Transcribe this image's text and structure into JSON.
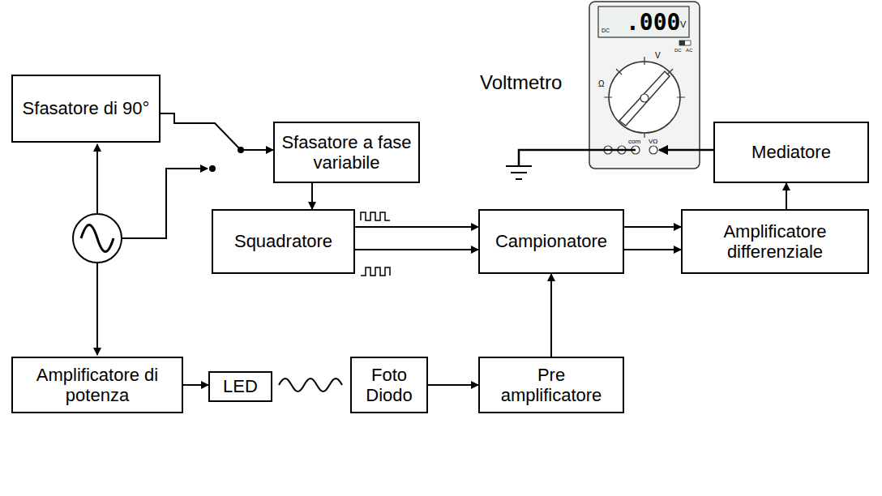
{
  "diagram": {
    "nodes": [
      {
        "text": [
          "Sfasatore di 90°"
        ]
      },
      {
        "text": [
          "Sfasatore a fase variabile"
        ]
      },
      {
        "text": [
          "Squadratore"
        ]
      },
      {
        "text": [
          "Campionatore"
        ]
      },
      {
        "text": [
          "Amplificatore differenziale"
        ]
      },
      {
        "text": [
          "Mediatore"
        ]
      },
      {
        "text": [
          "Amplificatore di potenza"
        ]
      },
      {
        "text": [
          "LED"
        ]
      },
      {
        "text": [
          "Foto Diodo"
        ]
      },
      {
        "text": [
          "Pre amplificatore"
        ]
      }
    ],
    "edges": [
      {
        "from": 0,
        "to": 1,
        "arrow": "to"
      },
      {
        "from": 1,
        "to": 2,
        "arrow": "to"
      },
      {
        "from": 2,
        "to": 3,
        "arrow": "to"
      },
      {
        "from": 2,
        "to": 3,
        "arrow": "to"
      },
      {
        "from": 3,
        "to": 4,
        "arrow": "to"
      },
      {
        "from": 3,
        "to": 4,
        "arrow": "to"
      },
      {
        "from": 4,
        "to": 5,
        "arrow": "to"
      },
      {
        "from": 6,
        "to": 7,
        "arrow": "to"
      },
      {
        "from": 7,
        "to": 8,
        "arrow": "none"
      },
      {
        "from": 8,
        "to": 9,
        "arrow": "to"
      },
      {
        "from": 9,
        "to": 3,
        "arrow": "to"
      }
    ],
    "labels": [
      "Voltmetro",
      ".000",
      "V",
      "DC",
      "DC",
      "AC",
      "V",
      "Ω",
      "com",
      "VΩ"
    ]
  }
}
